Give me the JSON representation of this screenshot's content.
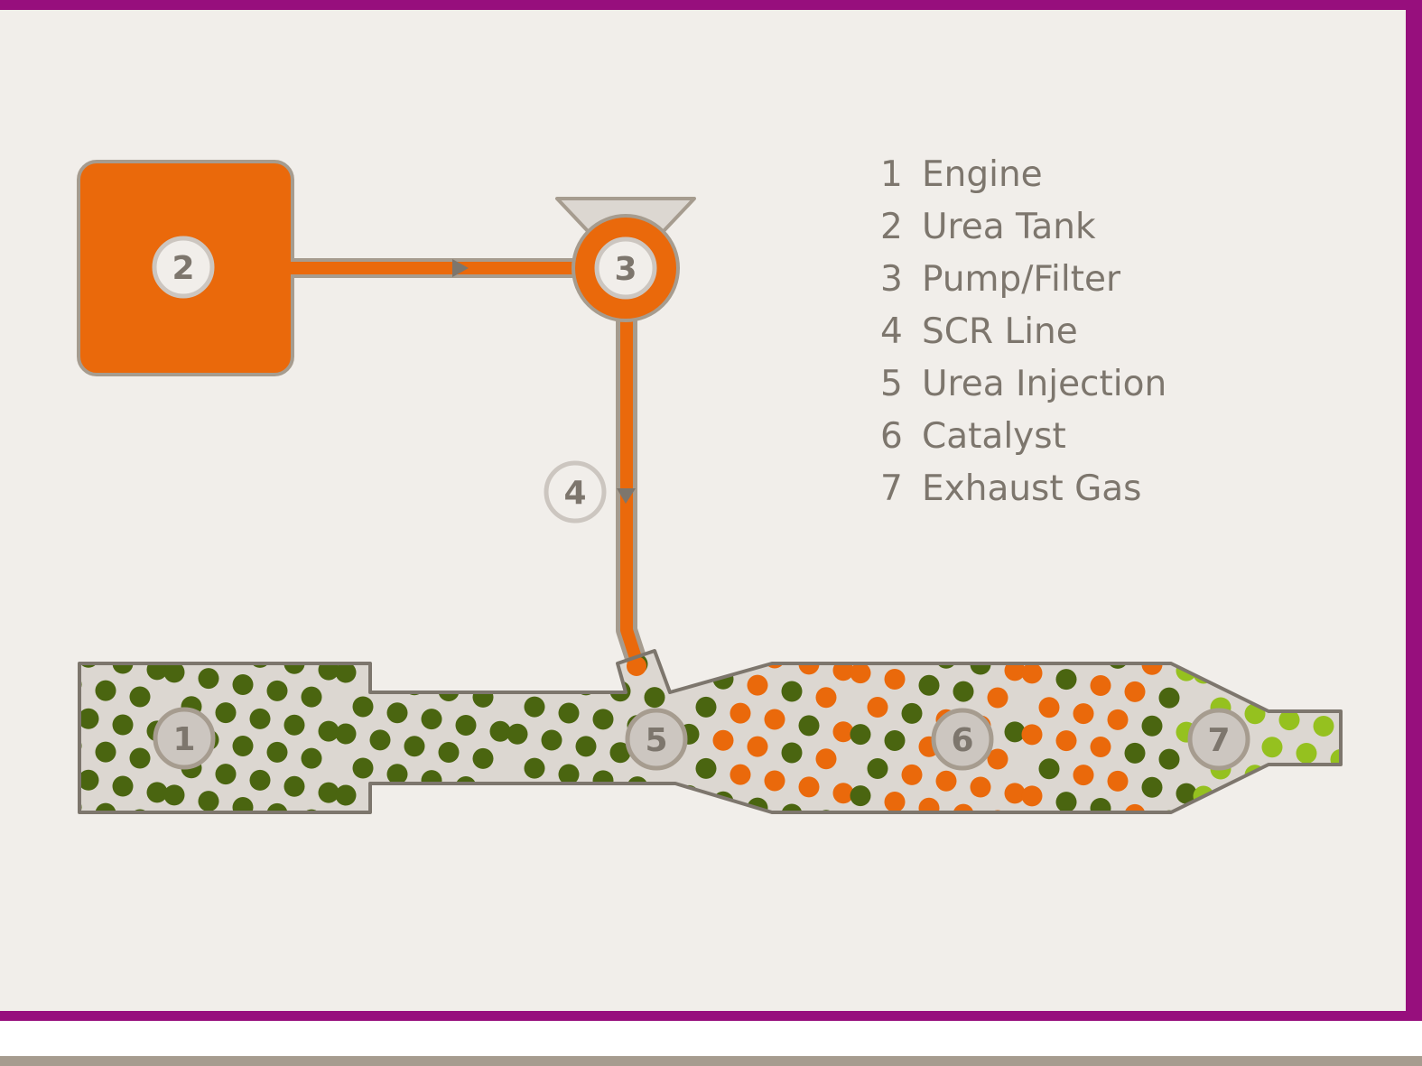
{
  "colors": {
    "frame": "#970f7d",
    "panel_bg": "#f1eeea",
    "bottom_bar": "#a69c8f",
    "urea_orange": "#ea690b",
    "outline_gray": "#a69c8f",
    "dark_outline": "#7d766d",
    "exhaust_fill": "#dcd7d1",
    "dot_dark_green": "#4a6510",
    "dot_orange": "#ea690b",
    "dot_light_green": "#95c11f",
    "text_gray": "#7d766d"
  },
  "components": {
    "engine": {
      "number": "1"
    },
    "urea_tank": {
      "number": "2"
    },
    "pump_filter": {
      "number": "3"
    },
    "scr_line": {
      "number": "4"
    },
    "urea_injection": {
      "number": "5"
    },
    "catalyst": {
      "number": "6"
    },
    "exhaust_gas": {
      "number": "7"
    }
  },
  "legend": [
    {
      "number": "1",
      "label": "Engine"
    },
    {
      "number": "2",
      "label": "Urea Tank"
    },
    {
      "number": "3",
      "label": "Pump/Filter"
    },
    {
      "number": "4",
      "label": "SCR Line"
    },
    {
      "number": "5",
      "label": "Urea Injection"
    },
    {
      "number": "6",
      "label": "Catalyst"
    },
    {
      "number": "7",
      "label": "Exhaust Gas"
    }
  ]
}
